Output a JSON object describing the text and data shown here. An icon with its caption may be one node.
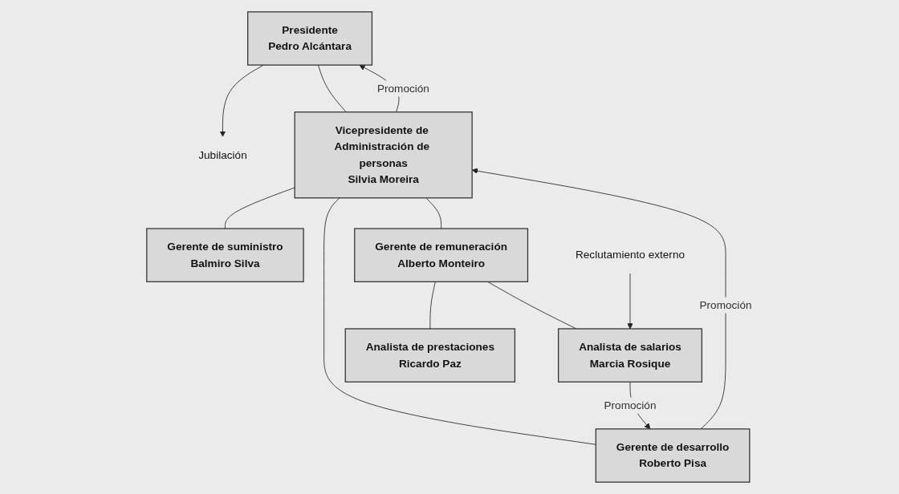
{
  "diagram": {
    "nodes": [
      {
        "text": [
          "Presidente",
          "Pedro Alcántara"
        ]
      },
      {
        "text": [
          "Jubilación"
        ]
      },
      {
        "text": [
          "Vicepresidente de Administración de personas",
          "Silvia Moreira"
        ]
      },
      {
        "text": [
          "Gerente de suministro",
          "Balmiro Silva"
        ]
      },
      {
        "text": [
          "Gerente de remuneración",
          "Alberto Monteiro"
        ]
      },
      {
        "text": [
          "Gerente de desarrollo",
          "Roberto Pisa"
        ]
      },
      {
        "text": [
          "Reclutamiento externo"
        ]
      },
      {
        "text": [
          "Analista de salarios",
          "Marcia Rosique"
        ]
      },
      {
        "text": [
          "Analista de prestaciones",
          "Ricardo Paz"
        ]
      }
    ],
    "edges": [
      {
        "from": 0,
        "to": 1,
        "arrow": "to"
      },
      {
        "from": 0,
        "to": 2,
        "arrow": "none"
      },
      {
        "from": 2,
        "to": 0,
        "arrow": "to",
        "label": "Promoción"
      },
      {
        "from": 2,
        "to": 3,
        "arrow": "none"
      },
      {
        "from": 2,
        "to": 4,
        "arrow": "none"
      },
      {
        "from": 2,
        "to": 5,
        "arrow": "none"
      },
      {
        "from": 5,
        "to": 2,
        "arrow": "to",
        "label": "Promoción"
      },
      {
        "from": 4,
        "to": 7,
        "arrow": "none"
      },
      {
        "from": 4,
        "to": 8,
        "arrow": "none"
      },
      {
        "from": 7,
        "to": 5,
        "arrow": "to",
        "label": "Promoción"
      },
      {
        "from": 6,
        "to": 7,
        "arrow": "to"
      }
    ]
  }
}
